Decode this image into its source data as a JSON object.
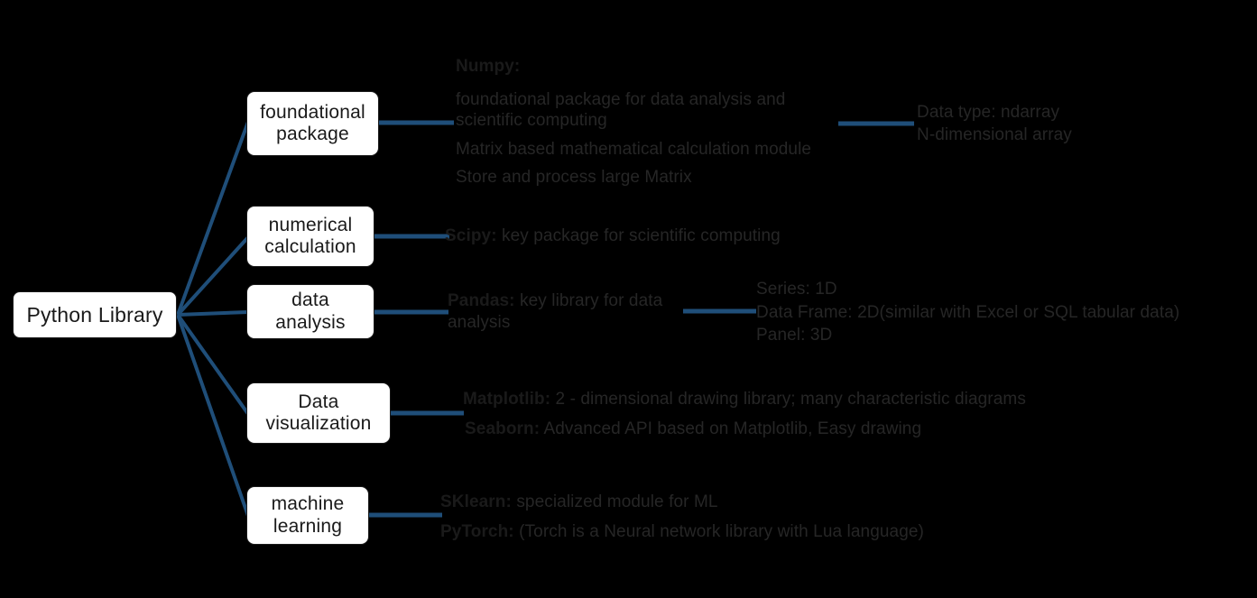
{
  "diagram": {
    "title": "Python Library",
    "accent_color": "#1F4E79",
    "node_fill": "#FFFFFF",
    "node_border": "#1A1A1A",
    "background": "#000000",
    "text_color": "#262626"
  },
  "root": {
    "label": "Python Library"
  },
  "branches": [
    {
      "label": "foundational\npackage"
    },
    {
      "label": "numerical\ncalculation"
    },
    {
      "label": "data\nanalysis"
    },
    {
      "label": "Data\nvisualization"
    },
    {
      "label": "machine\nlearning"
    }
  ],
  "details": {
    "numpy": {
      "header": "Numpy:",
      "lines": [
        "foundational package for data analysis and scientific computing",
        "Matrix based mathematical calculation module",
        "Store and process large Matrix"
      ]
    },
    "ndarray": {
      "line1": "Data type: ndarray",
      "line2": "N-dimensional array"
    },
    "scipy": {
      "lead": "Scipy:",
      "text": " key package for scientific computing"
    },
    "pandas": {
      "lead": "Pandas:",
      "text": " key library for data analysis"
    },
    "pandas_types": {
      "line1": "Series: 1D",
      "line2": "Data  Frame: 2D(similar with Excel or SQL tabular data)",
      "line3": "Panel: 3D"
    },
    "visualization": {
      "matplotlib_lead": "Matplotlib:",
      "matplotlib_text": " 2 - dimensional drawing library; many characteristic diagrams",
      "seaborn_lead": "Seaborn:",
      "seaborn_text": " Advanced API based on Matplotlib, Easy drawing"
    },
    "machine_learning": {
      "sklearn_lead": "SKlearn:",
      "sklearn_text": " specialized module for ML",
      "pytorch_lead": "PyTorch:",
      "pytorch_text": " (Torch is a Neural network library with Lua language)"
    }
  }
}
